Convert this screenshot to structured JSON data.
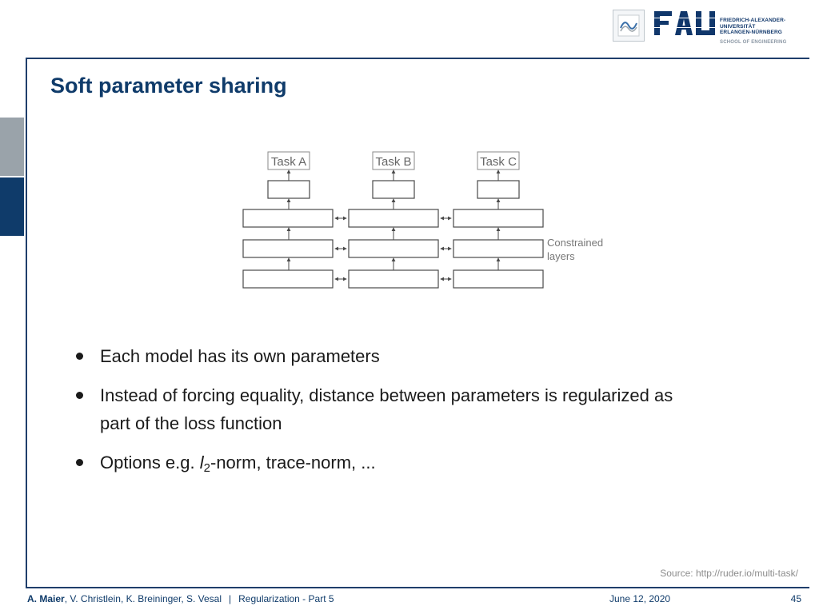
{
  "logo": {
    "wordmark": "FAU",
    "lines": [
      "FRIEDRICH-ALEXANDER-",
      "UNIVERSITÄT",
      "ERLANGEN-NÜRNBERG"
    ],
    "school": "SCHOOL OF ENGINEERING",
    "icon": "university-emblem-icon"
  },
  "slide": {
    "title": "Soft parameter sharing"
  },
  "diagram": {
    "tasks": [
      "Task A",
      "Task B",
      "Task C"
    ],
    "annotation_line1": "Constrained",
    "annotation_line2": "layers"
  },
  "bullets": {
    "item1": "Each model has its own parameters",
    "item2_line1": "Instead of forcing equality, distance between parameters is regularized as",
    "item2_line2": "part of the loss function",
    "item3_prefix": "Options e.g.",
    "item3_var": "l",
    "item3_sub": "2",
    "item3_suffix": "-norm, trace-norm, ..."
  },
  "source": "Source: http://ruder.io/multi-task/",
  "footer": {
    "lead_author": "A. Maier",
    "other_authors": ", V. Christlein, K. Breininger, S. Vesal",
    "separator": "|",
    "lecture": "Regularization - Part 5",
    "date": "June 12, 2020",
    "page": "45"
  },
  "colors": {
    "brand_blue": "#0f3b6a",
    "tab_gray": "#9aa3aa",
    "diagram_stroke": "#4a4a4a"
  }
}
